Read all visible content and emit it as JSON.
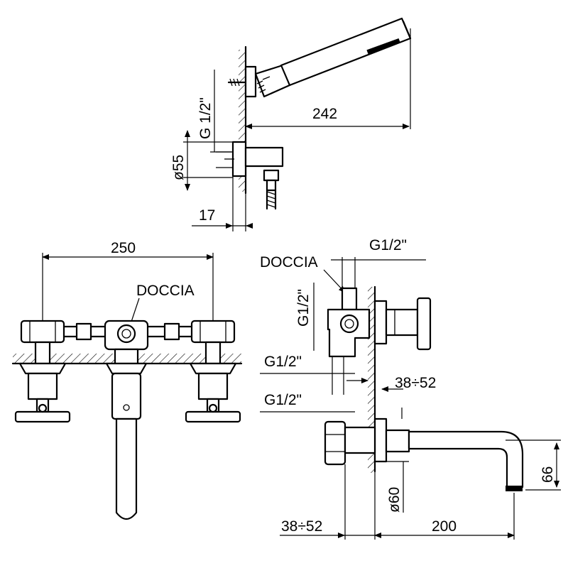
{
  "labels": {
    "top_thread": "G 1/2\"",
    "top_diameter": "ø55",
    "top_length": "242",
    "top_offset": "17",
    "front_width": "250",
    "front_doccia": "DOCCIA",
    "side_doccia": "DOCCIA",
    "side_thread_top": "G1/2\"",
    "side_thread_vertical": "G1/2\"",
    "side_thread_mid": "G1/2\"",
    "side_thread_low": "G1/2\"",
    "side_range_upper": "38÷52",
    "side_range_lower": "38÷52",
    "side_diameter": "ø60",
    "side_spout_length": "200",
    "side_spout_height": "66"
  }
}
